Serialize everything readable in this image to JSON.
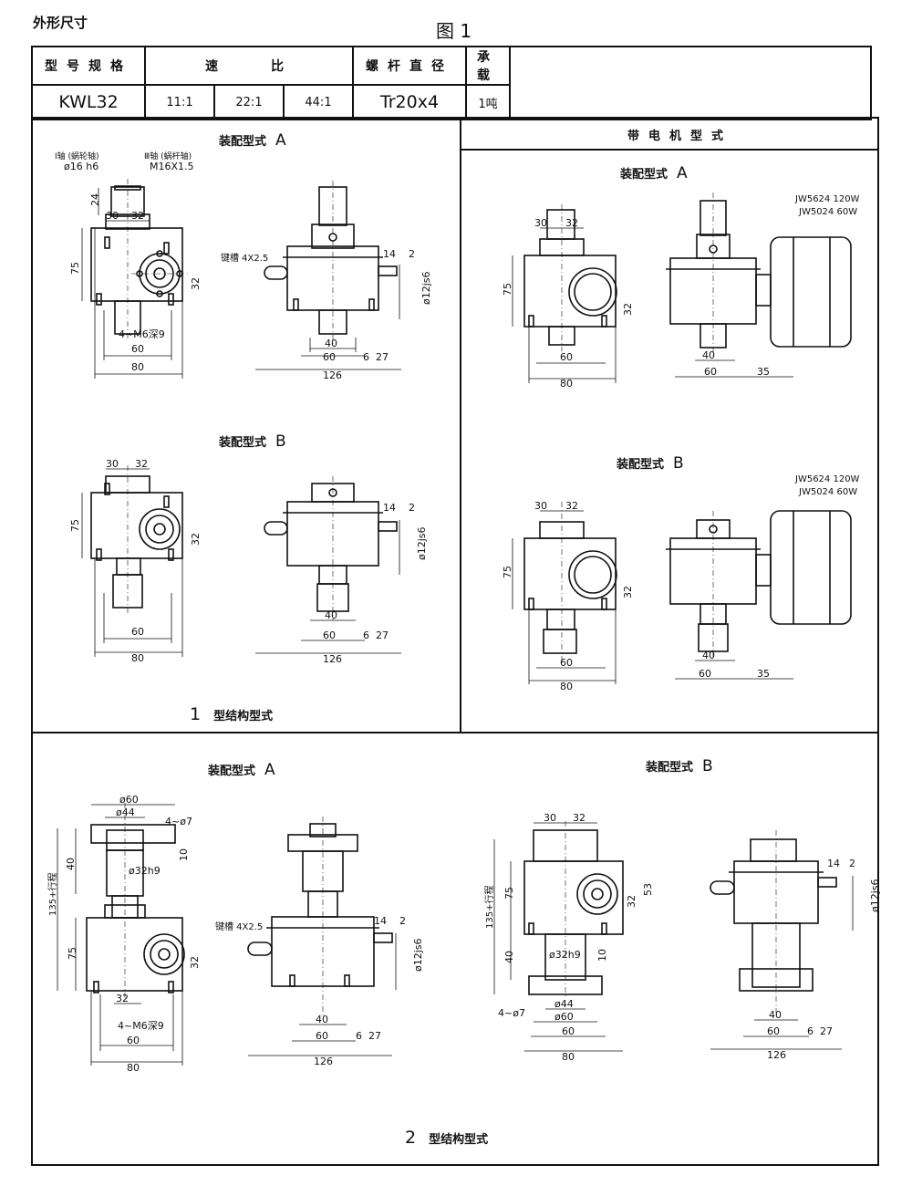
{
  "header": {
    "title": "外形尺寸",
    "figure": "图 1"
  },
  "spec": {
    "headers": {
      "model": "型号规格",
      "ratio": "速　　比",
      "screw": "螺杆直径",
      "load": "承载"
    },
    "values": {
      "model": "KWL32",
      "ratios": [
        "11:1",
        "22:1",
        "44:1"
      ],
      "screw": "Tr20x4",
      "load": "1吨"
    }
  },
  "sections": {
    "type1": {
      "caption_num": "1",
      "caption": "型结构型式",
      "assembly_a": "装配型式",
      "letter_a": "A",
      "assembly_b": "装配型式",
      "letter_b": "B"
    },
    "motor": {
      "header": "带电机型式",
      "assembly_a": "装配型式",
      "letter_a": "A",
      "assembly_b": "装配型式",
      "letter_b": "B",
      "motor_label_1": "JW5624 120W",
      "motor_label_2": "JW5024 60W"
    },
    "type2": {
      "caption_num": "2",
      "caption": "型结构型式",
      "assembly_a": "装配型式",
      "letter_a": "A",
      "assembly_b": "装配型式",
      "letter_b": "B"
    }
  },
  "dims": {
    "shaft1": "Ⅰ轴 (蜗轮轴)",
    "shaft3": "Ⅲ轴 (蜗杆轴)",
    "d16": "ø16 h6",
    "m16": "M16X1.5",
    "d24": "24",
    "d30": "30",
    "d32": "32",
    "d75": "75",
    "d40": "40",
    "d60": "60",
    "d80": "80",
    "d126": "126",
    "d6": "6",
    "d27": "27",
    "d14": "14",
    "d2": "2",
    "d35": "35",
    "d10": "10",
    "d53": "53",
    "m6": "4~M6深9",
    "key": "键槽 4X2.5",
    "d12": "ø12js6",
    "d60o": "ø60",
    "d44": "ø44",
    "d7": "4~ø7",
    "d32h9": "ø32h9",
    "stroke": "135+行程"
  }
}
